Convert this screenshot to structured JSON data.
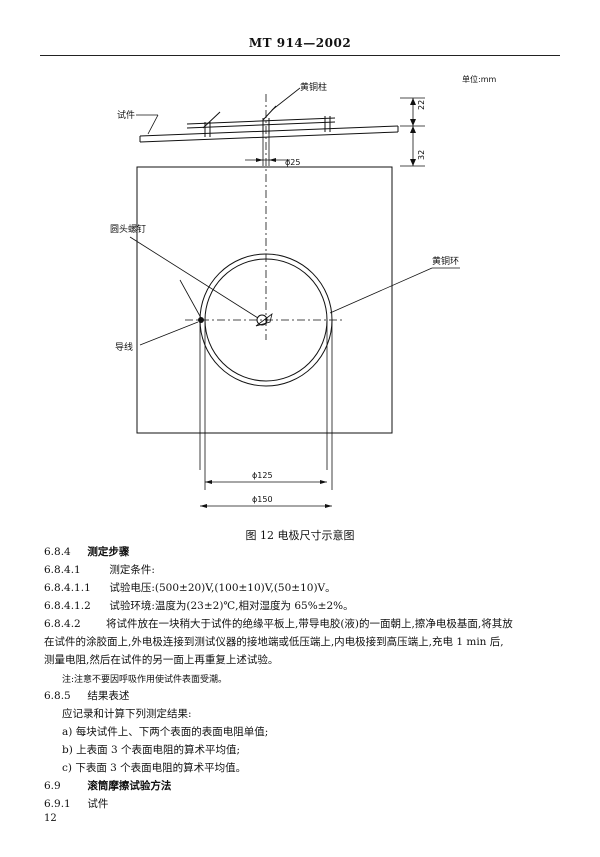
{
  "header": {
    "title": "MT 914—2002"
  },
  "figure": {
    "unit_label": "单位:mm",
    "labels": {
      "specimen": "试件",
      "brass_post": "黄铜柱",
      "round_head_screw": "圆头螺钉",
      "brass_ring": "黄铜环",
      "wire": "导线"
    },
    "dims": {
      "d22": "22",
      "d32": "32",
      "phi25": "ϕ25",
      "phi125": "ϕ125",
      "phi150": "ϕ150"
    },
    "caption": "图 12   电极尺寸示意图"
  },
  "sections": [
    {
      "num": "6.8.4",
      "text": "测定步骤",
      "bold": true
    },
    {
      "num": "6.8.4.1",
      "text": "测定条件:",
      "bold": false
    },
    {
      "num": "6.8.4.1.1",
      "text": "试验电压:(500±20)V,(100±10)V,(50±10)V。",
      "bold": false
    },
    {
      "num": "6.8.4.1.2",
      "text": "试验环境:温度为(23±2)℃,相对湿度为 65%±2%。",
      "bold": false
    }
  ],
  "procedure": {
    "num": "6.8.4.2",
    "line1": "将试件放在一块稍大于试件的绝缘平板上,带导电胶(液)的一面朝上,擦净电极基面,将其放",
    "line2": "在试件的涂胶面上,外电极连接到测试仪器的接地端或低压端上,内电极接到高压端上,充电 1 min 后,",
    "line3": "测量电阻,然后在试件的另一面上再重复上述试验。"
  },
  "note": "注:注意不要因呼吸作用使试件表面受潮。",
  "result": {
    "num": "6.8.5",
    "title": "结果表述",
    "intro": "应记录和计算下列测定结果:",
    "items": [
      "a) 每块试件上、下两个表面的表面电阻单值;",
      "b) 上表面 3 个表面电阻的算术平均值;",
      "c) 下表面 3 个表面电阻的算术平均值。"
    ]
  },
  "section69": {
    "num": "6.9",
    "title": "滚筒摩擦试验方法"
  },
  "section691": {
    "num": "6.9.1",
    "title": "试件"
  },
  "page_number": "12"
}
